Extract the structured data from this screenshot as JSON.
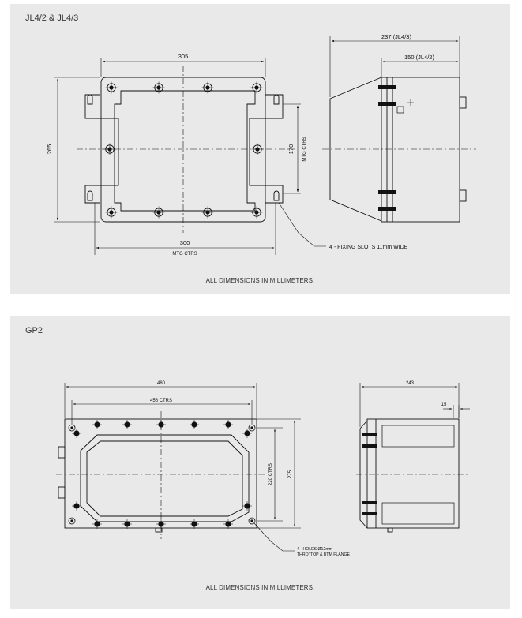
{
  "panels": [
    {
      "title": "JL4/2 & JL4/3",
      "footer": "ALL DIMENSIONS IN MILLIMETERS.",
      "front_view": {
        "width_dim": "305",
        "height_dim": "265",
        "mtg_height_dim": "170",
        "mtg_height_label": "MTG CTRS",
        "mtg_width_dim": "300",
        "mtg_width_label": "MTG CTRS",
        "callout": "4 - FIXING SLOTS 11mm WIDE"
      },
      "side_view": {
        "depth_dim_a": "237 (JL4/3)",
        "depth_dim_b": "150 (JL4/2)"
      }
    },
    {
      "title": "GP2",
      "footer": "ALL DIMENSIONS IN MILLIMETERS.",
      "front_view": {
        "width_dim": "480",
        "hole_ctrs_dim": "456 CTRS",
        "hole_v_ctrs_dim": "220 CTRS",
        "height_dim": "275",
        "callout_line1": "4 - HOLES Ø12mm",
        "callout_line2": "THRO' TOP & BTM FLANGE"
      },
      "side_view": {
        "depth_dim": "243",
        "flange_dim": "15"
      }
    }
  ],
  "colors": {
    "panel_background": "#e9e9ea",
    "line": "#111111"
  }
}
